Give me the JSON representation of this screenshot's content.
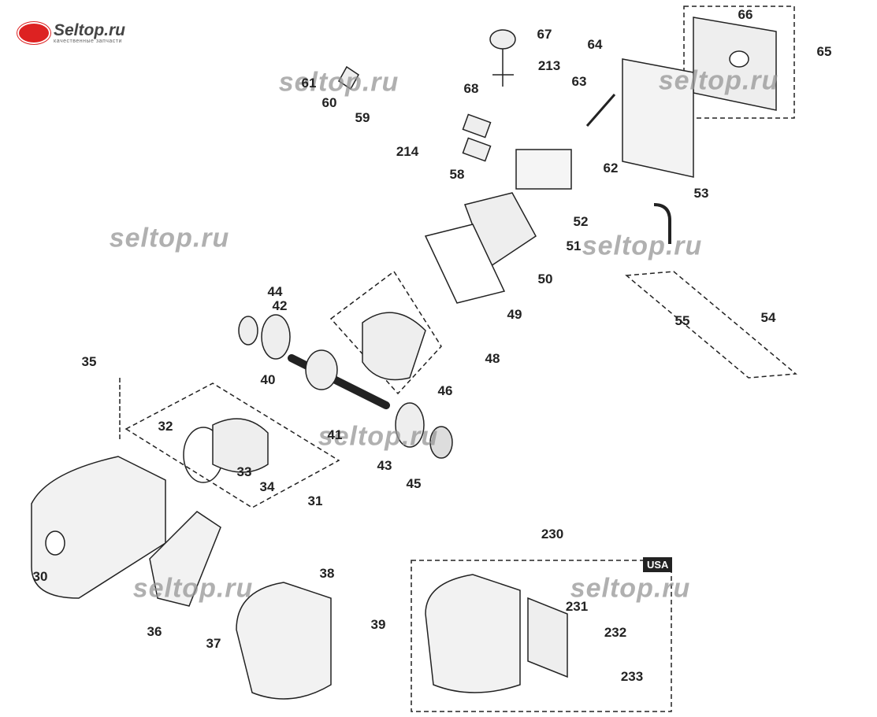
{
  "logo": {
    "brand": "Seltop.ru",
    "tagline": "качественные запчасти"
  },
  "watermark": "seltop.ru",
  "badge": "USA",
  "labels": {
    "p66": "66",
    "p65": "65",
    "p67": "67",
    "p213": "213",
    "p64": "64",
    "p63": "63",
    "p61": "61",
    "p60": "60",
    "p59": "59",
    "p68": "68",
    "p214": "214",
    "p58": "58",
    "p62": "62",
    "p53": "53",
    "p52": "52",
    "p51": "51",
    "p50": "50",
    "p54": "54",
    "p55": "55",
    "p49": "49",
    "p44": "44",
    "p42": "42",
    "p48": "48",
    "p46": "46",
    "p35": "35",
    "p40": "40",
    "p41": "41",
    "p32": "32",
    "p33": "33",
    "p34": "34",
    "p31": "31",
    "p43": "43",
    "p45": "45",
    "p30": "30",
    "p36": "36",
    "p37": "37",
    "p38": "38",
    "p39": "39",
    "p230": "230",
    "p231": "231",
    "p232": "232",
    "p233": "233"
  }
}
